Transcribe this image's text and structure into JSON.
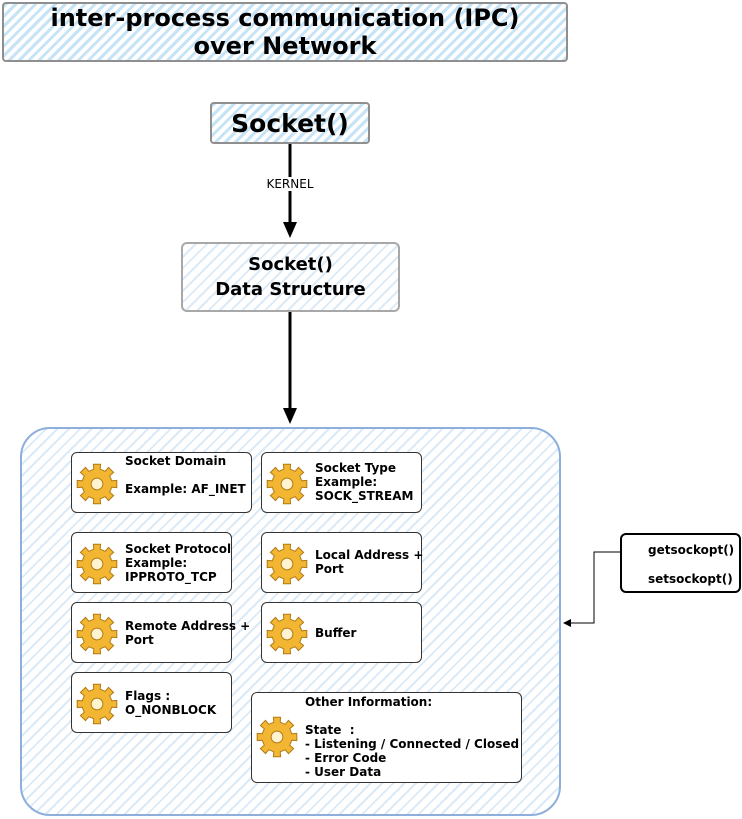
{
  "title": {
    "line1": "inter-process communication (IPC)",
    "line2": "over Network"
  },
  "socket_call": "Socket()",
  "edge_label": "KERNEL",
  "data_structure": {
    "line1": "Socket()",
    "line2": "Data Structure"
  },
  "fields": [
    {
      "id": "socket-domain",
      "lines": [
        "Socket Domain",
        "",
        "Example: AF_INET"
      ]
    },
    {
      "id": "socket-type",
      "lines": [
        "Socket Type",
        "Example:",
        "SOCK_STREAM"
      ]
    },
    {
      "id": "socket-protocol",
      "lines": [
        "Socket Protocol",
        "Example:",
        "IPPROTO_TCP"
      ]
    },
    {
      "id": "local-address",
      "lines": [
        "Local Address +",
        "Port"
      ]
    },
    {
      "id": "remote-address",
      "lines": [
        "Remote Address +",
        "Port"
      ]
    },
    {
      "id": "buffer",
      "lines": [
        "Buffer"
      ]
    },
    {
      "id": "flags",
      "lines": [
        "Flags :",
        "O_NONBLOCK"
      ]
    },
    {
      "id": "other-information",
      "lines": [
        "Other Information:",
        "",
        "State  :",
        "- Listening / Connected / Closed",
        "- Error Code",
        "- User Data"
      ]
    }
  ],
  "sockopt": {
    "get": "getsockopt()",
    "set": "setsockopt()"
  },
  "icons": {
    "field_icon": "gear-icon"
  },
  "colors": {
    "hatch": "#c7e3f6",
    "container_border": "#8eaedb",
    "gear": "#f2b632"
  }
}
